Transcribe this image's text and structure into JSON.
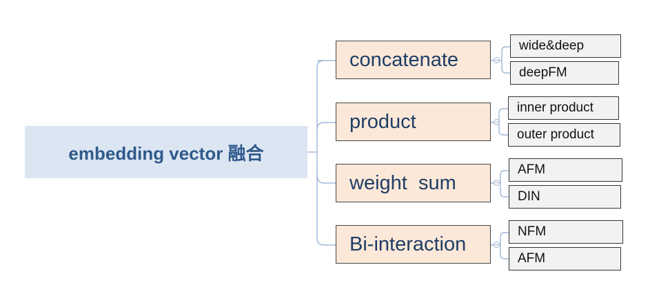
{
  "root": {
    "label": "embedding vector 融合"
  },
  "branches": [
    {
      "label": "concatenate",
      "children": [
        "wide&deep",
        "deepFM"
      ]
    },
    {
      "label": "product",
      "children": [
        "inner product",
        "outer product"
      ]
    },
    {
      "label": "weight  sum",
      "children": [
        "AFM",
        "DIN"
      ]
    },
    {
      "label": "Bi-interaction",
      "children": [
        "NFM",
        "AFM"
      ]
    }
  ],
  "colors": {
    "root_fill": "#dce6f2",
    "root_text": "#2f5a8c",
    "branch_fill": "#fce8d8",
    "leaf_fill": "#f2f2f2",
    "connector": "#8eaad0"
  }
}
